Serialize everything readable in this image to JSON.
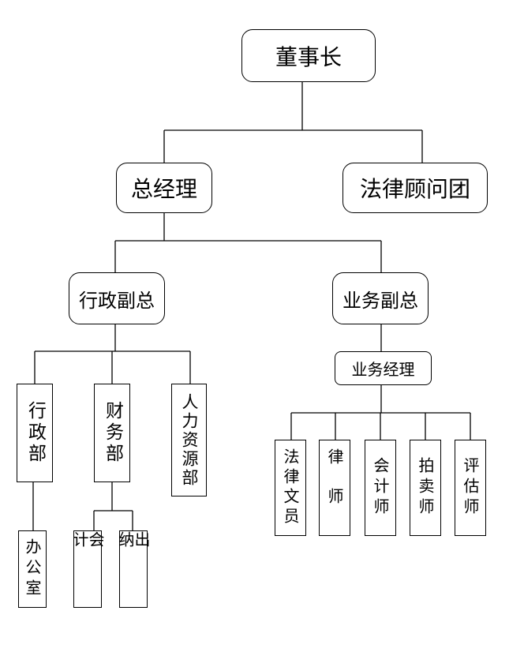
{
  "chairman": "董事长",
  "general_manager": "总经理",
  "legal_advisory_group": "法律顾问团",
  "admin_vp": "行政副总",
  "business_vp": "业务副总",
  "business_manager": "业务经理",
  "admin_dept": "行政部",
  "finance_dept": "财务部",
  "hr_dept": "人力资源部",
  "office": "办公室",
  "accountant": "会计",
  "cashier": "出纳",
  "legal_clerk": "法律文员",
  "lawyer": "律师",
  "cpa": "会计师",
  "auctioneer": "拍卖师",
  "appraiser": "评估师"
}
